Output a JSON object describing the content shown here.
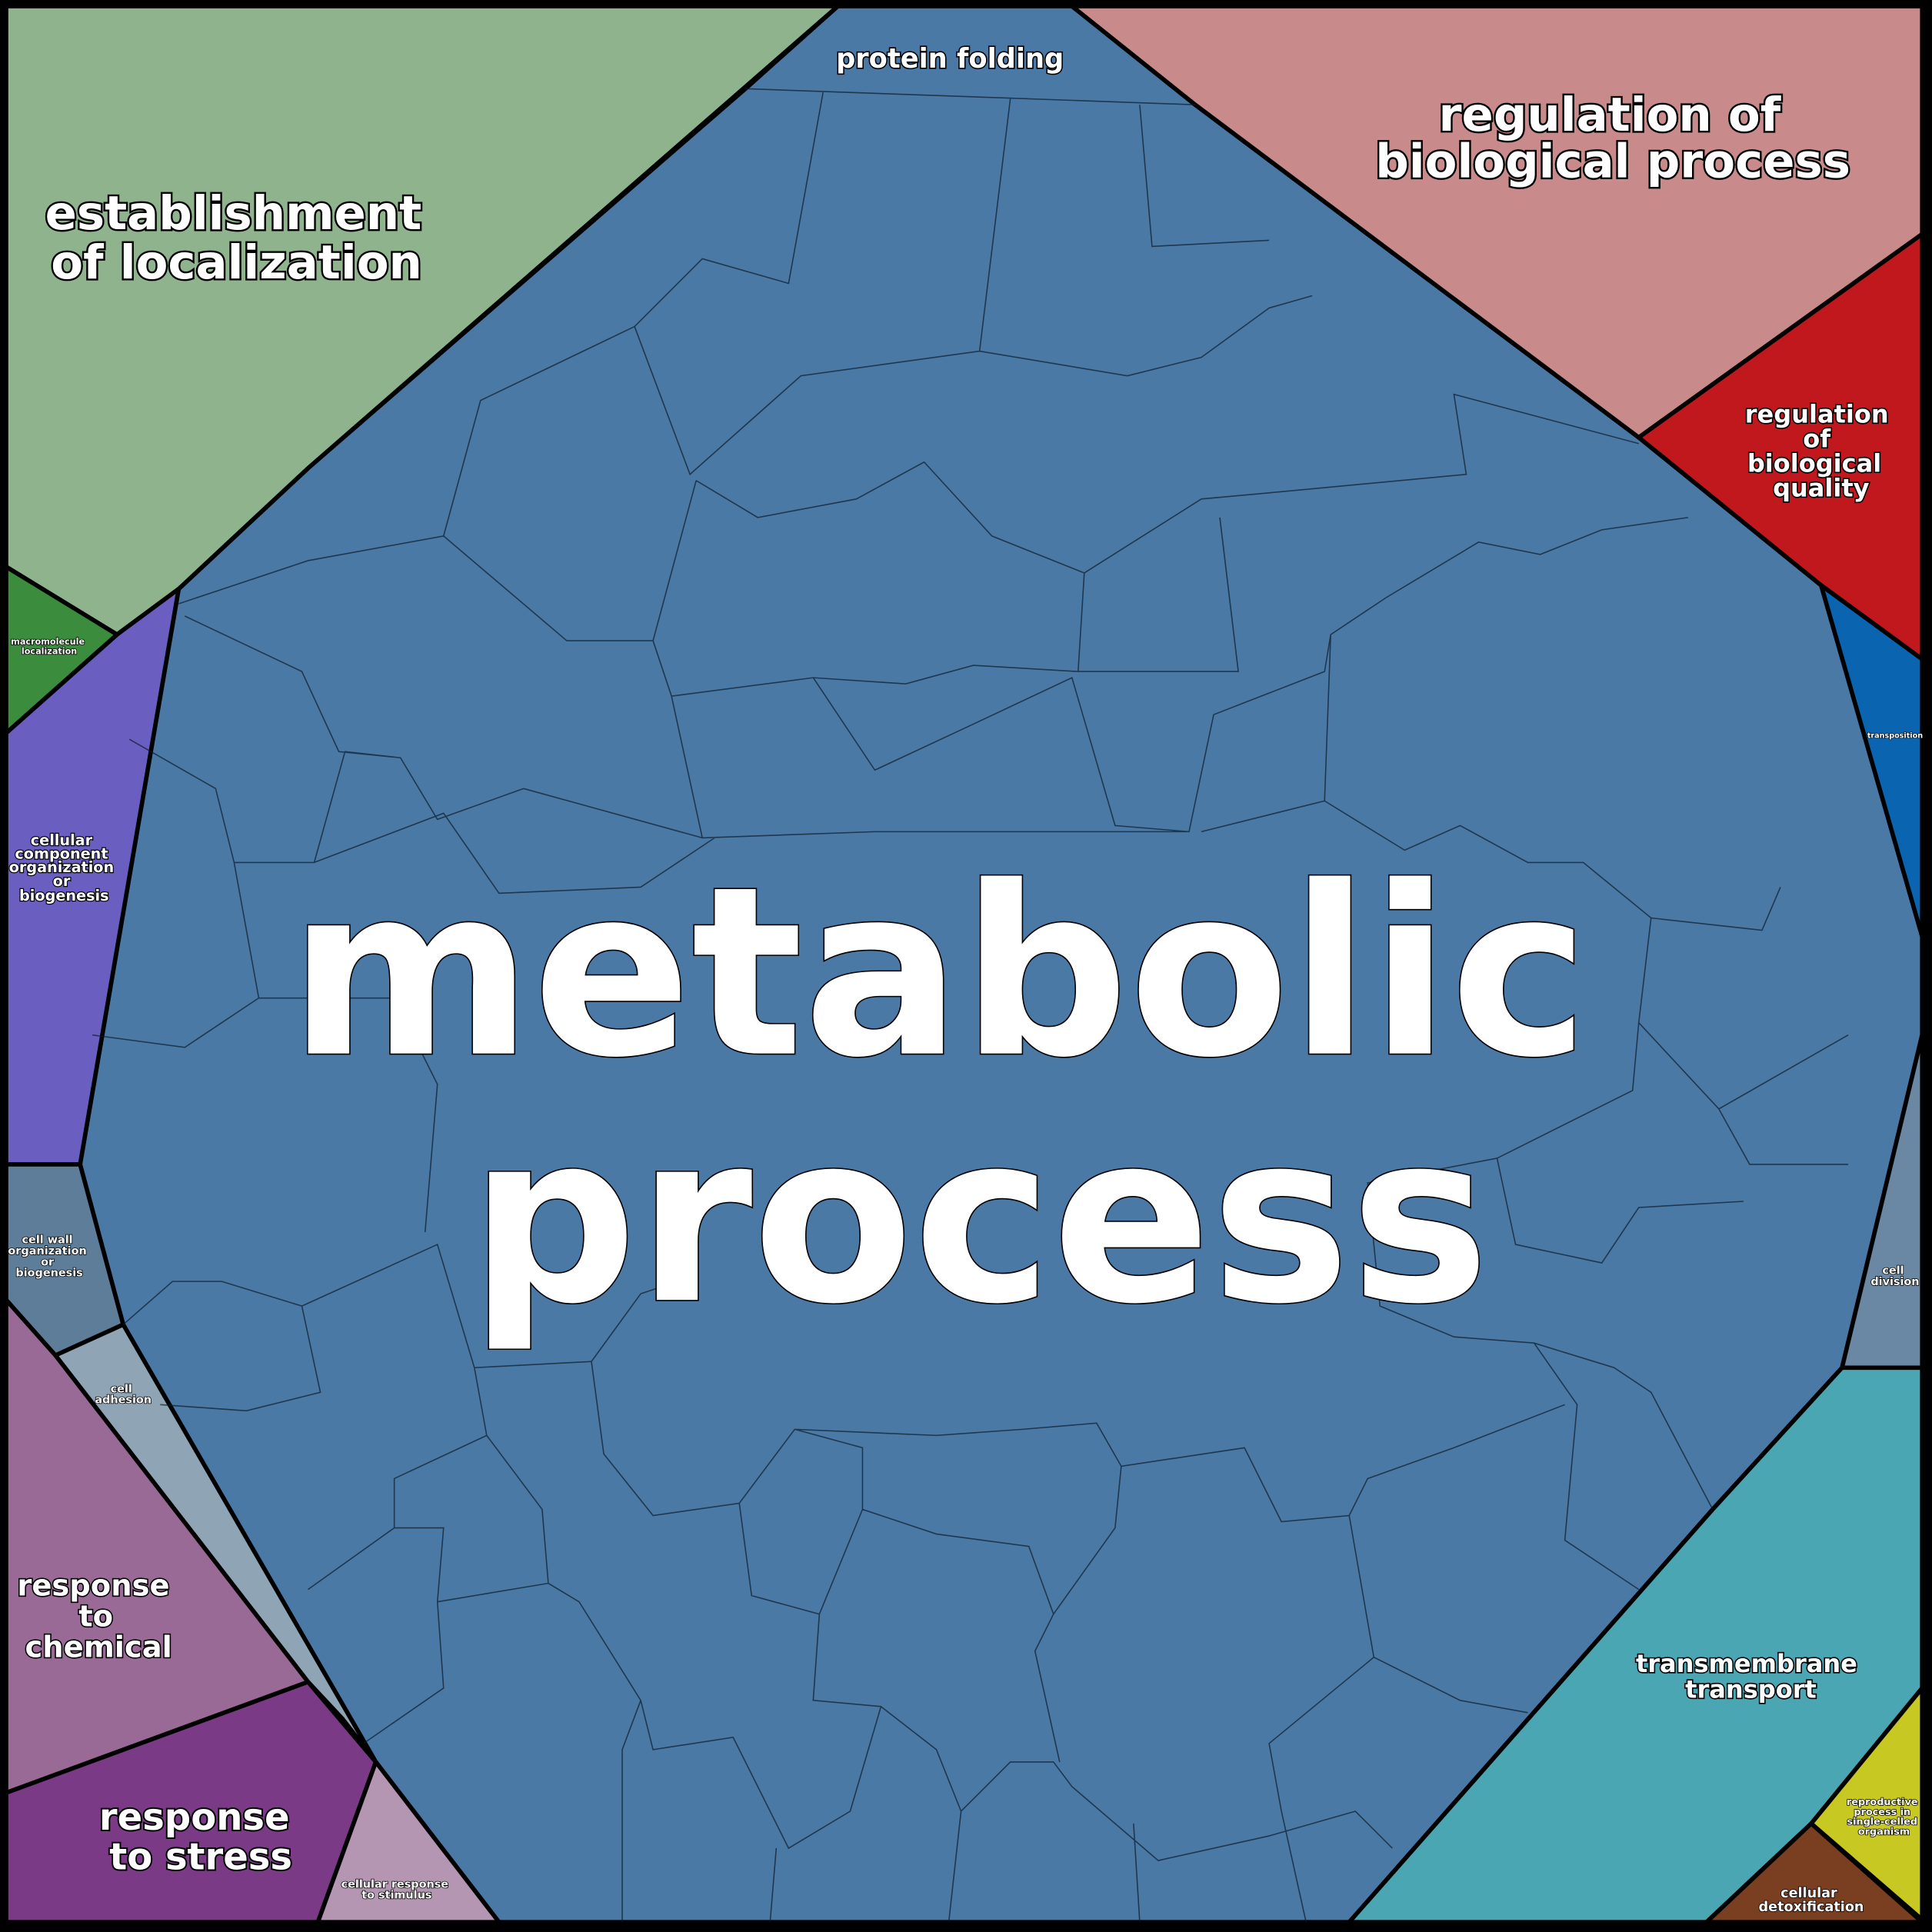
{
  "title": "GO biological process Voronoi treemap",
  "regions": {
    "metabolic_process": {
      "lines": [
        "metabolic",
        "process"
      ],
      "color": "#4b79a5"
    },
    "protein_folding": {
      "lines": [
        "protein folding"
      ],
      "color": "#4a7aa8"
    },
    "establishment_of_localization": {
      "lines": [
        "establishment",
        "of localization"
      ],
      "color": "#8fb38c"
    },
    "macromolecule_localization": {
      "lines": [
        "macromolecule",
        "localization"
      ],
      "color": "#3b8c3c"
    },
    "cellular_component_organization": {
      "lines": [
        "cellular",
        "component",
        "organization",
        "or",
        "biogenesis"
      ],
      "color": "#6a5fc0"
    },
    "cell_wall_organization": {
      "lines": [
        "cell wall",
        "organization",
        "or",
        "biogenesis"
      ],
      "color": "#5d7d98"
    },
    "cell_adhesion": {
      "lines": [
        "cell",
        "adhesion"
      ],
      "color": "#8fa4b4"
    },
    "response_to_chemical": {
      "lines": [
        "response",
        "to",
        "chemical"
      ],
      "color": "#9a6a96"
    },
    "response_to_stress": {
      "lines": [
        "response",
        "to stress"
      ],
      "color": "#7a3a86"
    },
    "cellular_response_to_stimulus": {
      "lines": [
        "cellular response",
        "to stimulus"
      ],
      "color": "#b596b2"
    },
    "regulation_of_biological_process": {
      "lines": [
        "regulation of",
        "biological process"
      ],
      "color": "#c88a8a"
    },
    "regulation_of_biological_quality": {
      "lines": [
        "regulation",
        "of",
        "biological",
        "quality"
      ],
      "color": "#c0181c"
    },
    "transposition": {
      "lines": [
        "transposition"
      ],
      "color": "#0a64b0"
    },
    "cell_division": {
      "lines": [
        "cell",
        "division"
      ],
      "color": "#6a88a3"
    },
    "transmembrane_transport": {
      "lines": [
        "transmembrane",
        "transport"
      ],
      "color": "#4aa6b2"
    },
    "reproductive_process": {
      "lines": [
        "reproductive",
        "process in",
        "single-celled",
        "organism"
      ],
      "color": "#c8c822"
    },
    "cellular_detoxification": {
      "lines": [
        "cellular",
        "detoxification"
      ],
      "color": "#7a3e20"
    }
  }
}
